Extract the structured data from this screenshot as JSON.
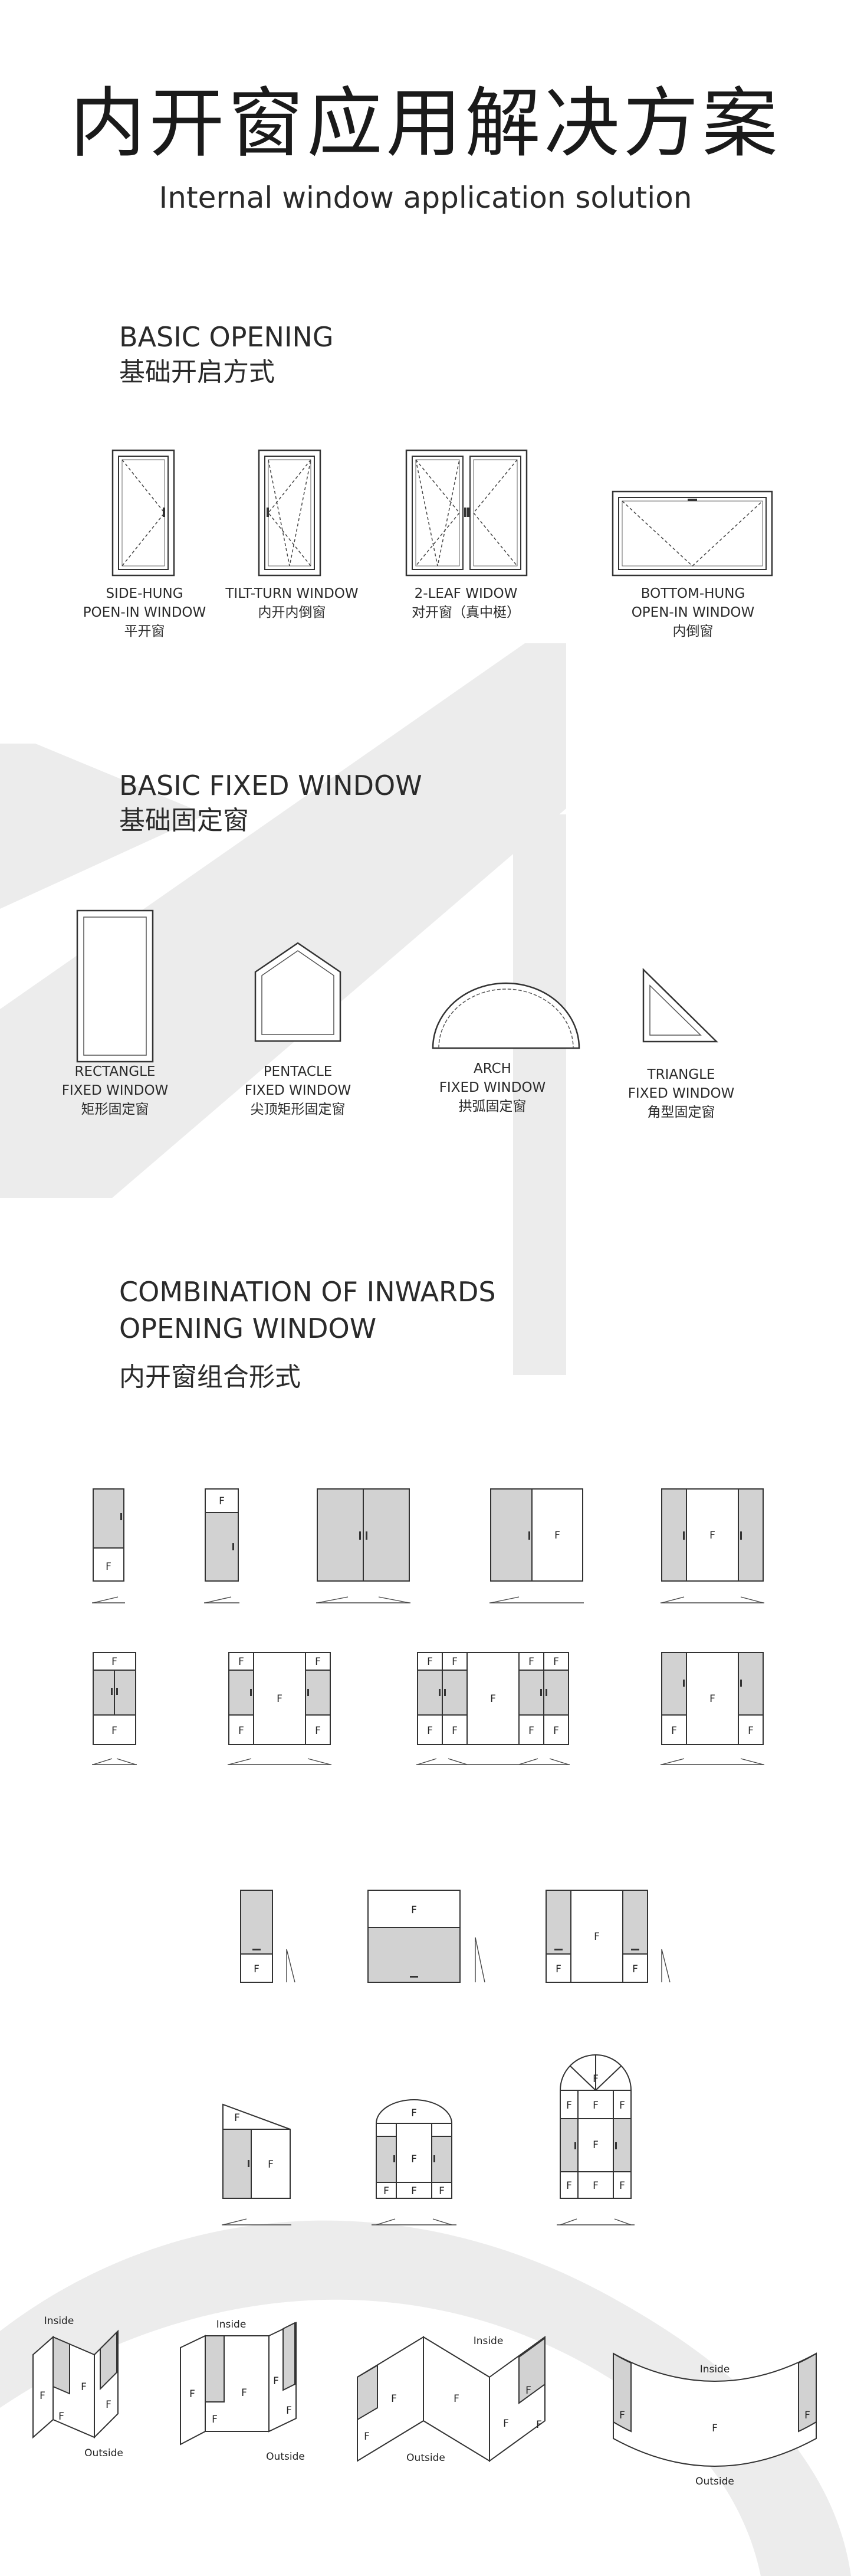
{
  "header": {
    "title_cn": "内开窗应用解决方案",
    "title_en": "Internal window application solution"
  },
  "sections": {
    "basic_opening": {
      "title_en": "BASIC OPENING",
      "title_cn": "基础开启方式"
    },
    "basic_fixed": {
      "title_en": "BASIC FIXED WINDOW",
      "title_cn": "基础固定窗"
    },
    "combination": {
      "title_en_1": "COMBINATION OF INWARDS",
      "title_en_2": "OPENING WINDOW",
      "title_cn": "内开窗组合形式"
    }
  },
  "opening_types": [
    {
      "line1": "SIDE-HUNG",
      "line2": "POEN-IN WINDOW",
      "line3": "平开窗"
    },
    {
      "line1": "TILT-TURN WINDOW",
      "line2": "内开内倒窗"
    },
    {
      "line1": "2-LEAF WIDOW",
      "line2": "对开窗（真中梃）"
    },
    {
      "line1": "BOTTOM-HUNG",
      "line2": "OPEN-IN WINDOW",
      "line3": "内倒窗"
    }
  ],
  "fixed_types": [
    {
      "line1": "RECTANGLE",
      "line2": "FIXED WINDOW",
      "line3": "矩形固定窗"
    },
    {
      "line1": "PENTACLE",
      "line2": "FIXED WINDOW",
      "line3": "尖顶矩形固定窗"
    },
    {
      "line1": "ARCH",
      "line2": "FIXED WINDOW",
      "line3": "拱弧固定窗"
    },
    {
      "line1": "TRIANGLE",
      "line2": "FIXED WINDOW",
      "line3": "角型固定窗"
    }
  ],
  "labels": {
    "fixed": "F",
    "inside": "Inside",
    "outside": "Outside"
  },
  "colors": {
    "pane_gray": "#d2d2d2",
    "decor_gray": "#ececec",
    "stroke": "#333333"
  }
}
